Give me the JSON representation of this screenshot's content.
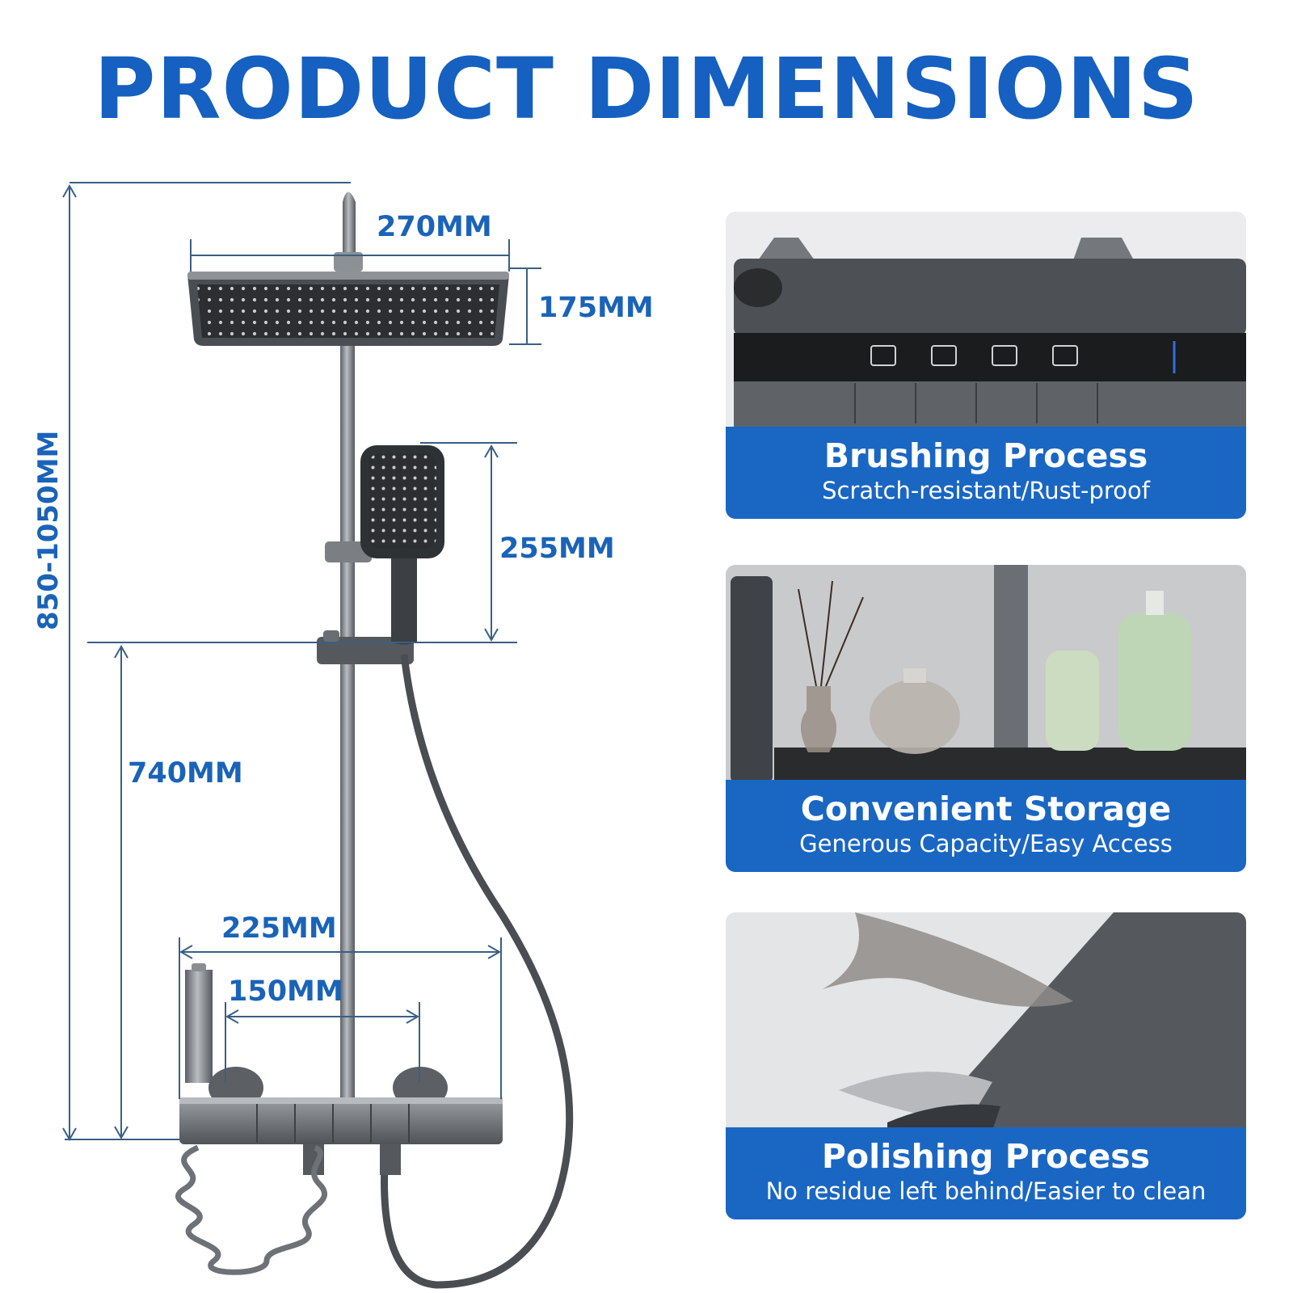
{
  "title": "PRODUCT DIMENSIONS",
  "dimensions": {
    "head_width": "270MM",
    "head_depth": "175MM",
    "handheld_length": "255MM",
    "total_height": "850-1050MM",
    "mixer_height": "740MM",
    "mixer_width": "225MM",
    "valve_spacing": "150MM"
  },
  "features": [
    {
      "title": "Brushing Process",
      "subtitle": "Scratch-resistant/Rust-proof"
    },
    {
      "title": "Convenient Storage",
      "subtitle": "Generous Capacity/Easy Access"
    },
    {
      "title": "Polishing Process",
      "subtitle": "No residue left behind/Easier to clean"
    }
  ],
  "colors": {
    "title_blue": "#1560c0",
    "dimension_blue": "#1a63b8",
    "band_blue": "#1a66c3",
    "gunmetal": "#5a5e63"
  }
}
